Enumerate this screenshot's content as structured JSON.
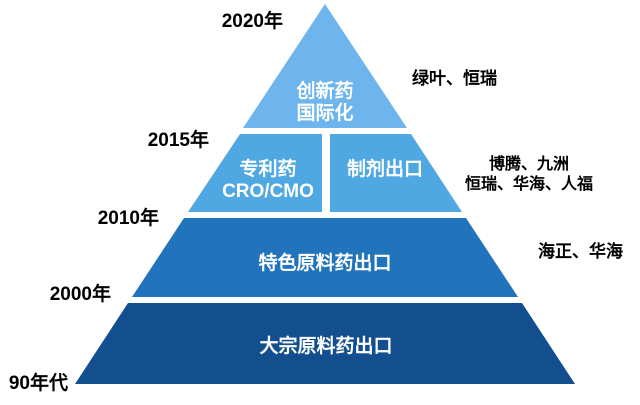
{
  "background_color": "#FFFFFF",
  "era_labels": [
    "2020年",
    "2015年",
    "2010年",
    "2000年",
    "90年代"
  ],
  "levels": [
    {
      "color": "#6DB5EC",
      "line1": "创新药",
      "line2": "国际化"
    },
    {
      "color": "#4FA8E1",
      "left_line1": "专利药",
      "left_line2": "CRO/CMO",
      "right_label": "制剂出口"
    },
    {
      "color": "#2173BC",
      "label": "特色原料药出口"
    },
    {
      "color": "#134F8F",
      "label": "大宗原料药出口"
    }
  ],
  "annotations": [
    {
      "text": "绿叶、恒瑞"
    },
    {
      "line1": "博腾、九洲",
      "line2": "恒瑞、华海、人福"
    },
    {
      "text": "海正、华海"
    }
  ],
  "text_colors": {
    "on_pyramid": "#FFFFFF",
    "labels": "#000000"
  }
}
